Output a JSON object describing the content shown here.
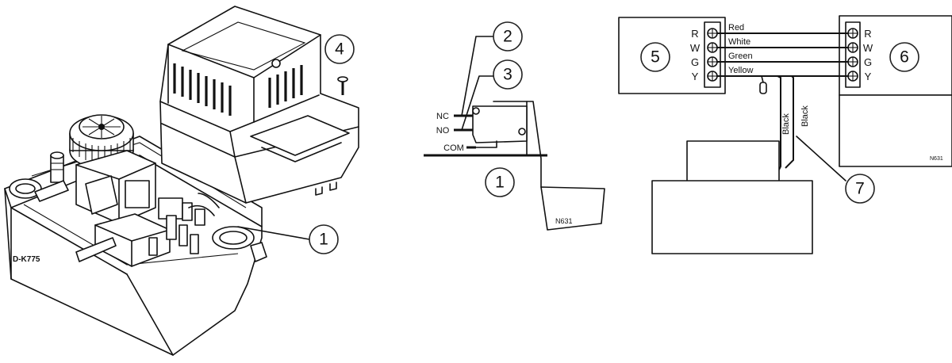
{
  "pump": {
    "model_label": "D-K775",
    "callouts": {
      "reservoir": "1",
      "screw": "4"
    }
  },
  "switch": {
    "terminals": {
      "nc": "NC",
      "no": "NO",
      "com": "COM"
    },
    "callouts": {
      "switch_body": "2",
      "lever": "3",
      "bracket": "1"
    },
    "code": "N631"
  },
  "wiring": {
    "callouts": {
      "thermostat": "5",
      "control": "6",
      "cable": "7"
    },
    "terminals": [
      "R",
      "W",
      "G",
      "Y"
    ],
    "wire_colors": [
      "Red",
      "White",
      "Green",
      "Yellow"
    ],
    "black_wire_labels": [
      "Black",
      "Black"
    ],
    "code": "N631"
  }
}
